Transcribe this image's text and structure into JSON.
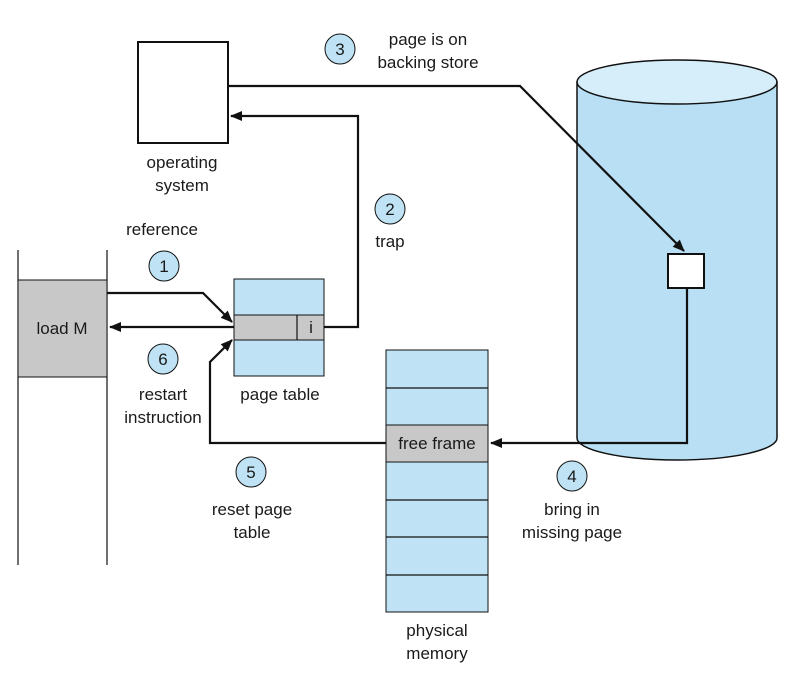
{
  "colors": {
    "page_table_fill": "#bfe3f5",
    "memory_fill": "#bfe3f5",
    "highlight_fill": "#c8c8c8",
    "disk_body": "#b8dff3",
    "disk_top": "#d6eefa",
    "step_circle": "#bfe3f5",
    "line": "#111111"
  },
  "labels": {
    "operating_system_1": "operating",
    "operating_system_2": "system",
    "reference": "reference",
    "trap": "trap",
    "page_on_backing_1": "page is on",
    "page_on_backing_2": "backing store",
    "load_m": "load M",
    "invalid_bit": "i",
    "page_table": "page table",
    "restart_1": "restart",
    "restart_2": "instruction",
    "free_frame": "free frame",
    "reset_1": "reset page",
    "reset_2": "table",
    "bring_1": "bring in",
    "bring_2": "missing page",
    "physical_1": "physical",
    "physical_2": "memory"
  },
  "steps": {
    "s1": "1",
    "s2": "2",
    "s3": "3",
    "s4": "4",
    "s5": "5",
    "s6": "6"
  }
}
